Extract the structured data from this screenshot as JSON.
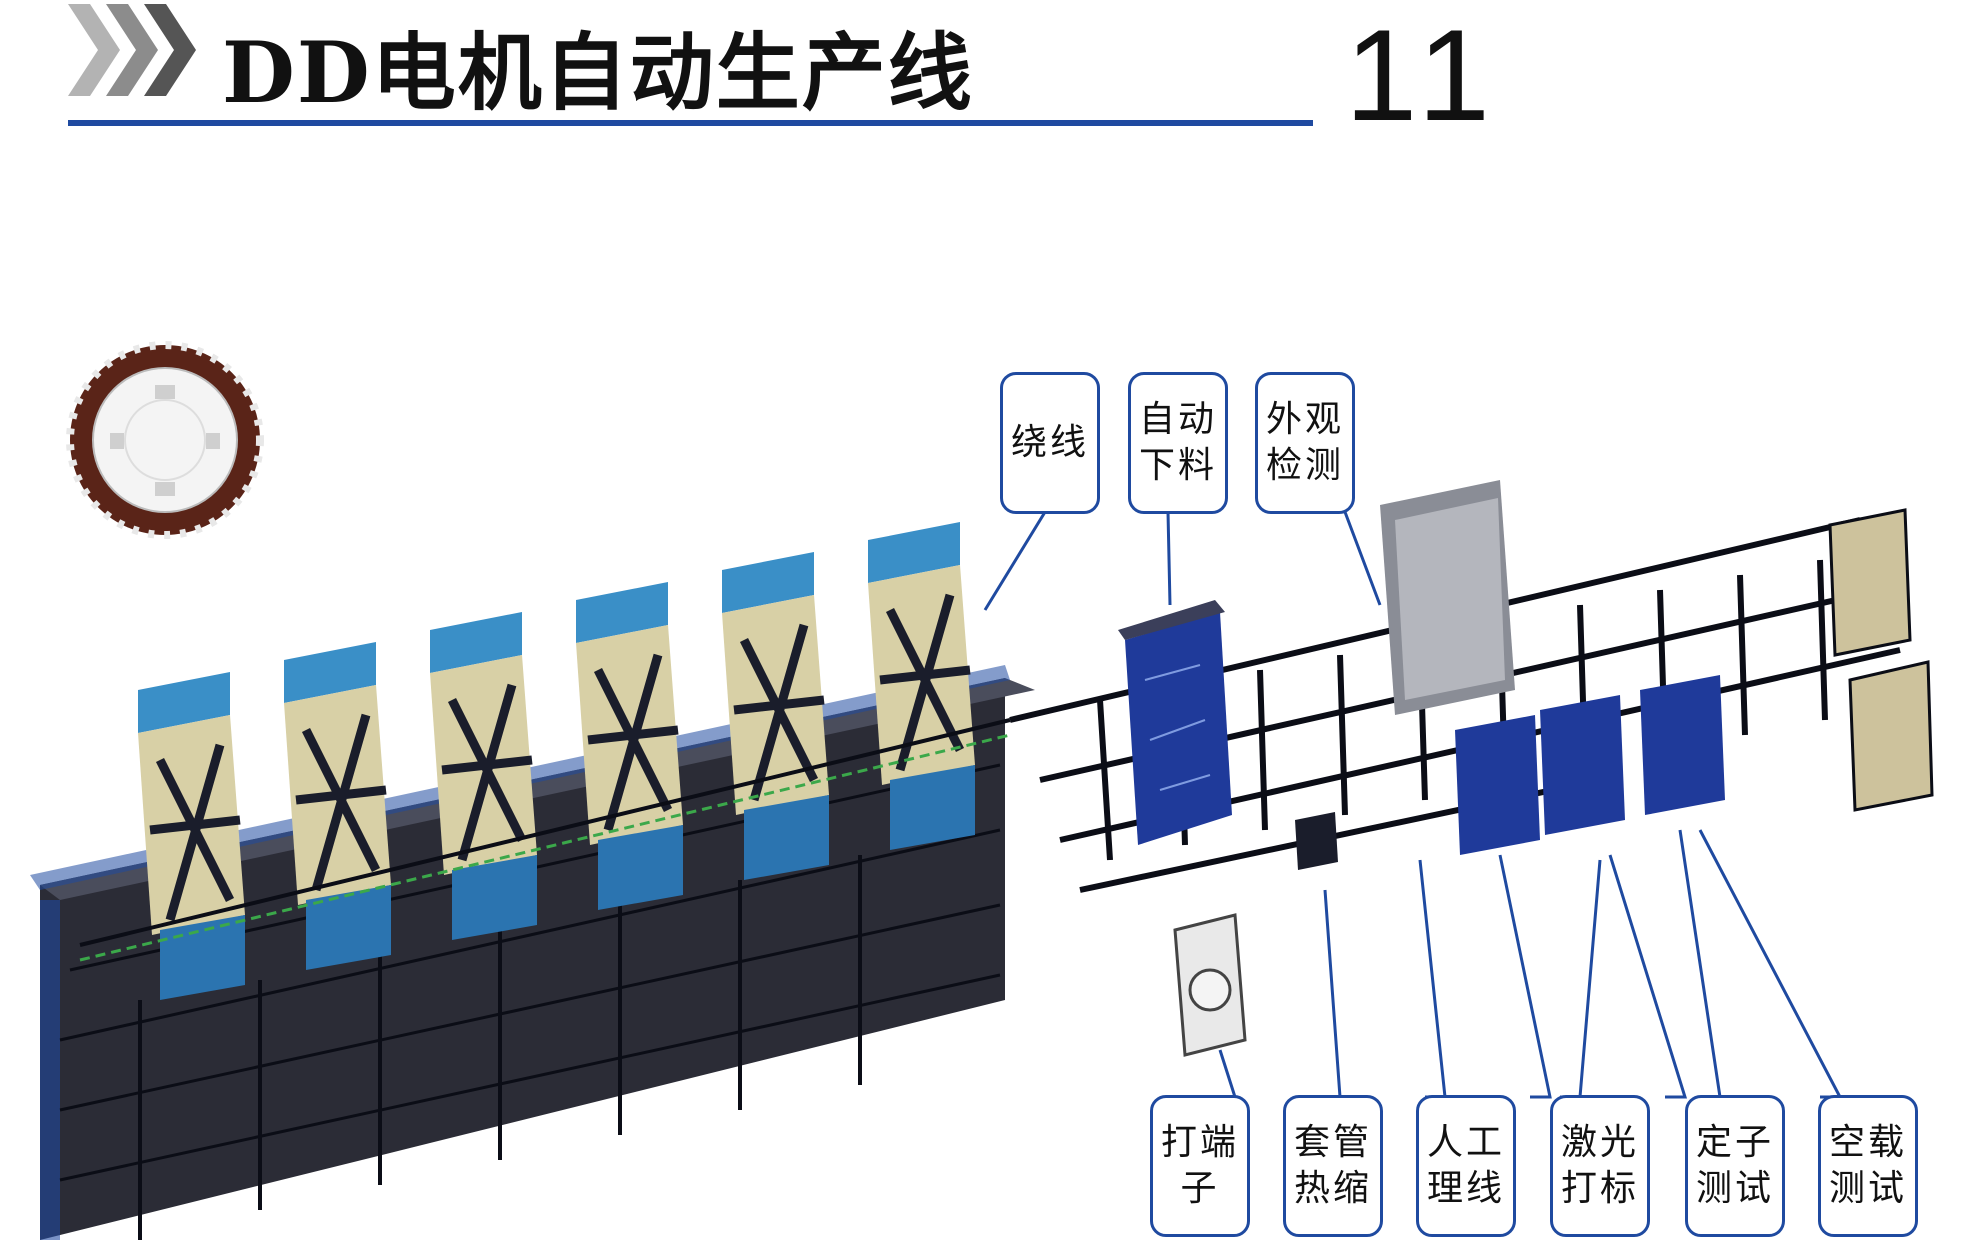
{
  "header": {
    "title": "DD电机自动生产线",
    "page_number": "11"
  },
  "colors": {
    "accent_blue": "#1f4aa0",
    "chevron_gray": "#8c8c8c",
    "frame_dark": "#1a1d2b",
    "panel_blue": "#3a8fc7"
  },
  "callouts_top": [
    {
      "lines": [
        "绕线"
      ]
    },
    {
      "lines": [
        "自动",
        "下料"
      ]
    },
    {
      "lines": [
        "外观",
        "检测"
      ]
    }
  ],
  "callouts_bottom": [
    {
      "lines": [
        "打端",
        "子"
      ]
    },
    {
      "lines": [
        "套管",
        "热缩"
      ]
    },
    {
      "lines": [
        "人工",
        "理线"
      ]
    },
    {
      "lines": [
        "激光",
        "打标"
      ]
    },
    {
      "lines": [
        "定子",
        "测试"
      ]
    },
    {
      "lines": [
        "空载",
        "测试"
      ]
    }
  ]
}
